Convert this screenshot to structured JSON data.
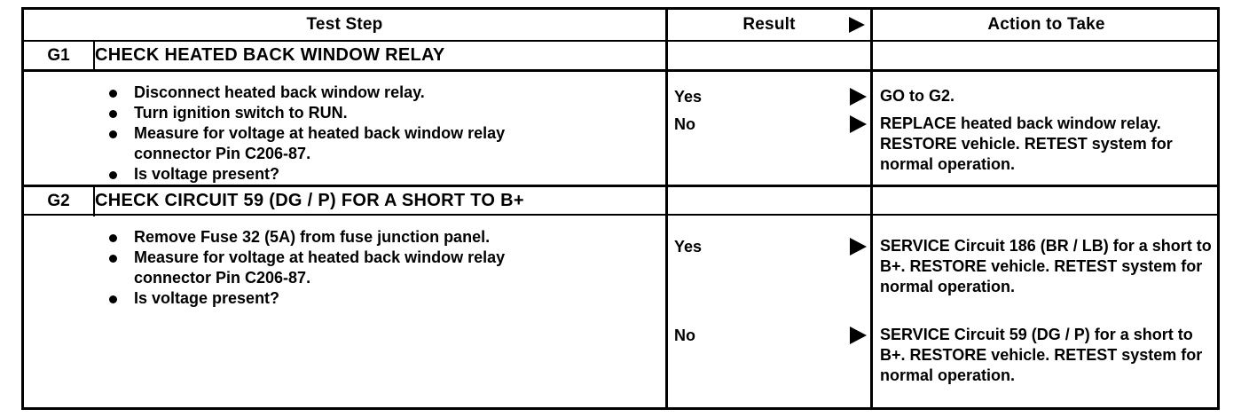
{
  "table": {
    "headers": {
      "test_step": "Test Step",
      "result": "Result",
      "action": "Action to Take"
    },
    "steps": [
      {
        "id": "G1",
        "title": "CHECK HEATED BACK WINDOW RELAY",
        "bullets": [
          "Disconnect heated back window relay.",
          "Turn ignition switch to RUN.",
          "Measure for voltage at heated back window relay",
          "connector Pin C206-87.",
          "Is voltage present?"
        ],
        "results": [
          {
            "label": "Yes",
            "action": "GO to G2."
          },
          {
            "label": "No",
            "action": "REPLACE heated back window relay. RESTORE vehicle. RETEST system for normal operation."
          }
        ]
      },
      {
        "id": "G2",
        "title": "CHECK CIRCUIT 59 (DG / P) FOR A SHORT TO B+",
        "bullets": [
          "Remove Fuse 32 (5A) from fuse junction panel.",
          "Measure for voltage at heated back window relay",
          "connector Pin C206-87.",
          "Is voltage present?"
        ],
        "results": [
          {
            "label": "Yes",
            "action": "SERVICE Circuit 186 (BR / LB) for a short to B+. RESTORE vehicle. RETEST system for normal operation."
          },
          {
            "label": "No",
            "action": "SERVICE Circuit 59 (DG / P) for a short to B+. RESTORE vehicle. RETEST system for normal operation."
          }
        ]
      }
    ]
  },
  "colors": {
    "ink": "#000000",
    "paper": "#ffffff"
  }
}
